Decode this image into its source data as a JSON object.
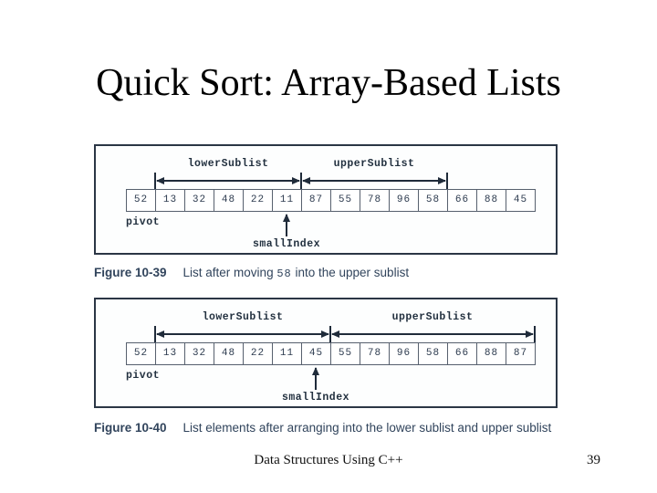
{
  "slide": {
    "title": "Quick Sort: Array-Based Lists",
    "footer": {
      "text": "Data Structures Using C++",
      "page_number": "39"
    }
  },
  "colors": {
    "background": "#ffffff",
    "caption_text": "#31445c",
    "diagram_ink": "#1f2b3a",
    "cell_border": "#57606e",
    "figure_border": "#2b3645"
  },
  "figures": [
    {
      "figure_number": "Figure 10-39",
      "caption_prefix": "List after moving ",
      "caption_mono": "58",
      "caption_suffix": " into the upper sublist",
      "lower_label": "lowerSublist",
      "upper_label": "upperSublist",
      "pivot_label": "pivot",
      "small_index_label": "smallIndex",
      "cells": [
        "52",
        "13",
        "32",
        "48",
        "22",
        "11",
        "87",
        "55",
        "78",
        "96",
        "58",
        "66",
        "88",
        "45"
      ],
      "lower_sublist_range": "cells 1-5 (13..11)",
      "upper_sublist_range": "cells 6-10 (87..58)",
      "small_index_points_to": "11"
    },
    {
      "figure_number": "Figure 10-40",
      "caption_prefix": "List elements after arranging into the lower sublist and upper sublist",
      "caption_mono": "",
      "caption_suffix": "",
      "lower_label": "lowerSublist",
      "upper_label": "upperSublist",
      "pivot_label": "pivot",
      "small_index_label": "smallIndex",
      "cells": [
        "52",
        "13",
        "32",
        "48",
        "22",
        "11",
        "45",
        "55",
        "78",
        "96",
        "58",
        "66",
        "88",
        "87"
      ],
      "lower_sublist_range": "cells 1-6 (13..45)",
      "upper_sublist_range": "cells 7-13 (55..87)",
      "small_index_points_to": "45"
    }
  ]
}
